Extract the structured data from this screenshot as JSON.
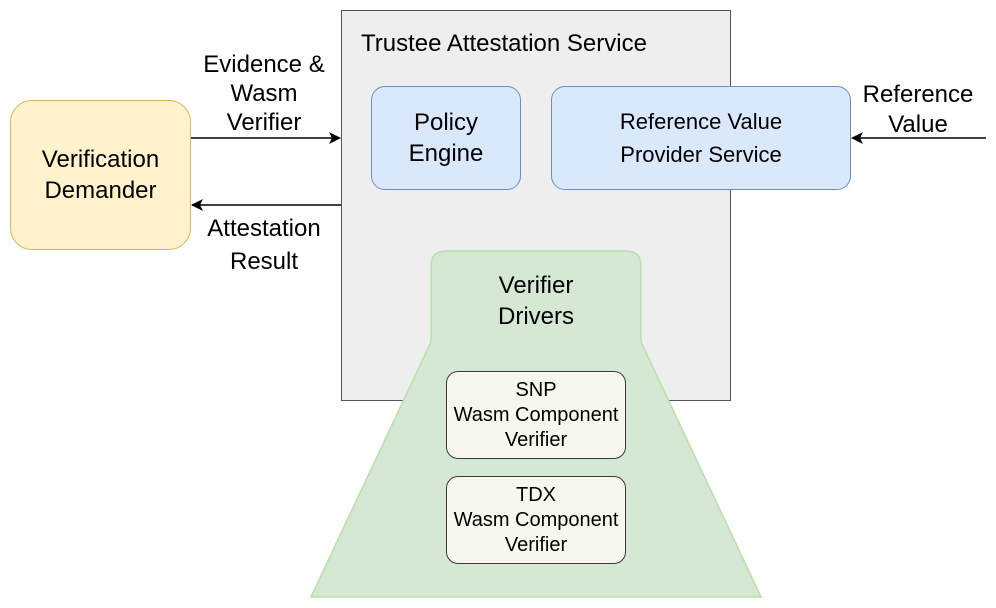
{
  "diagram": {
    "service": {
      "title": "Trustee Attestation Service"
    },
    "verification_demander": {
      "lines": [
        "Verification",
        "Demander"
      ]
    },
    "policy_engine": {
      "lines": [
        "Policy",
        "Engine"
      ]
    },
    "reference_value_provider": {
      "lines": [
        "Reference Value",
        "Provider Service"
      ]
    },
    "verifier_drivers": {
      "lines": [
        "Verifier",
        "Drivers"
      ]
    },
    "components": [
      {
        "lines": [
          "SNP",
          "Wasm Component",
          "Verifier"
        ]
      },
      {
        "lines": [
          "TDX",
          "Wasm Component",
          "Verifier"
        ]
      }
    ],
    "edges": {
      "evidence": {
        "lines": [
          "Evidence &",
          "Wasm",
          "Verifier"
        ]
      },
      "result": {
        "lines": [
          "Attestation",
          "Result"
        ]
      },
      "reference": {
        "lines": [
          "Reference",
          "Value"
        ]
      }
    },
    "colors": {
      "service_fill": "#eeeeee",
      "demander_fill": "#fff2cc",
      "demander_stroke": "#d6b656",
      "blue_fill": "#dae8fc",
      "blue_stroke": "#6c8ebf",
      "green_fill": "#d5e8d4",
      "green_stroke": "#b9e0a5",
      "component_fill": "#f9f7ed"
    }
  }
}
